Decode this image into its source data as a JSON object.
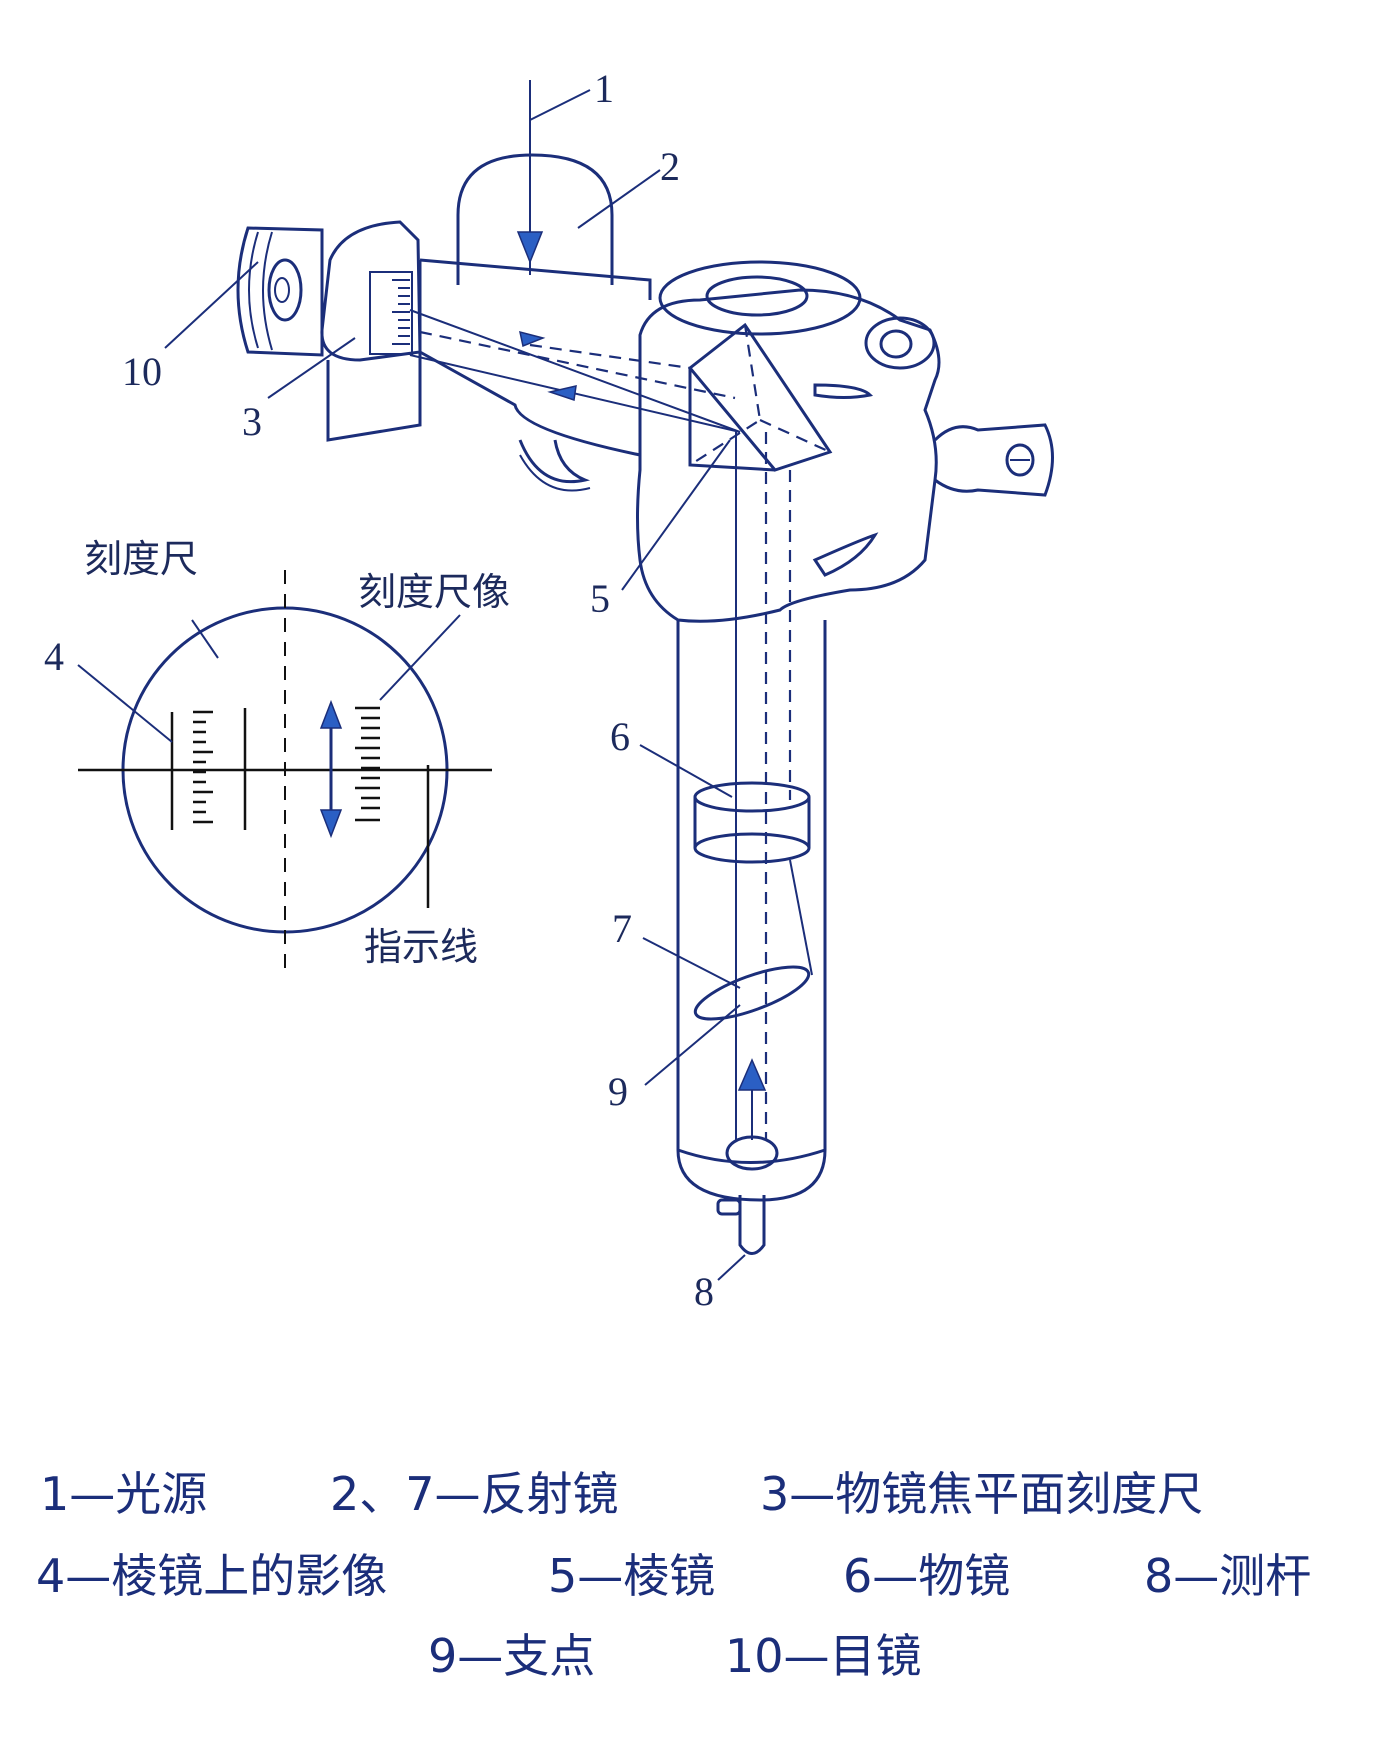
{
  "callouts": {
    "c1": "1",
    "c2": "2",
    "c3": "3",
    "c4": "4",
    "c5": "5",
    "c6": "6",
    "c7": "7",
    "c8": "8",
    "c9": "9",
    "c10": "10"
  },
  "inset": {
    "scale_label": "刻度尺",
    "scale_image_label": "刻度尺像",
    "indicator_label": "指示线"
  },
  "legend": {
    "row1": [
      "1—光源",
      "2、7—反射镜",
      "3—物镜焦平面刻度尺"
    ],
    "row2": [
      "4—棱镜上的影像",
      "5—棱镜",
      "6—物镜",
      "8—测杆"
    ],
    "row3": [
      "9—支点",
      "10—目镜"
    ]
  },
  "colors": {
    "ink": "#1b2e7a",
    "arrow": "#2b5fc4",
    "label": "#1c2a5c"
  }
}
